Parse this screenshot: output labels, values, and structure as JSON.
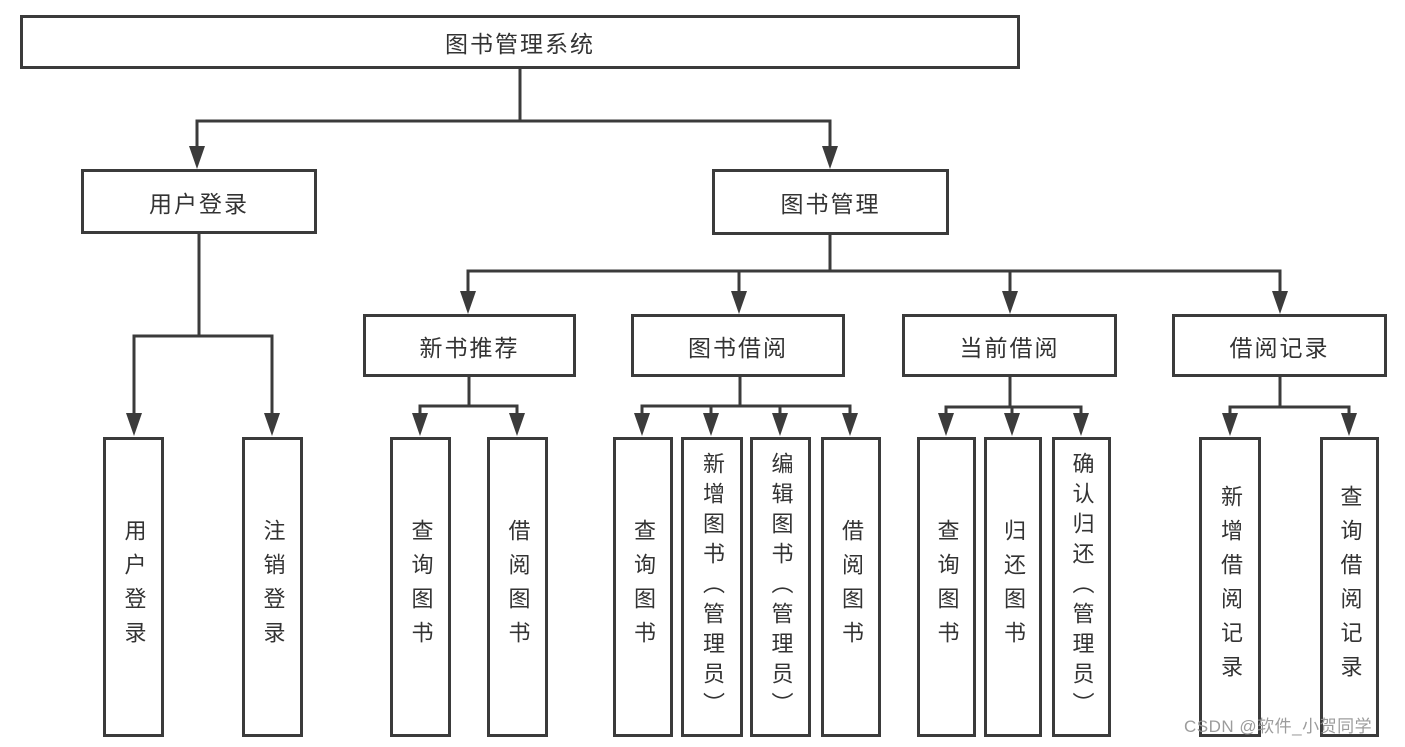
{
  "nodes": {
    "root": "图书管理系统",
    "user_login": "用户登录",
    "book_mgmt": "图书管理",
    "login_leaf": "用户登录",
    "logout_leaf": "注销登录",
    "new_books": "新书推荐",
    "book_borrow": "图书借阅",
    "current_borrow": "当前借阅",
    "borrow_records": "借阅记录",
    "nb_query_books": "查询图书",
    "nb_borrow_books": "借阅图书",
    "bb_query_books": "查询图书",
    "bb_add_books": "新增图书（管理员）",
    "bb_edit_books": "编辑图书（管理员）",
    "bb_borrow_books": "借阅图书",
    "cb_query_books": "查询图书",
    "cb_return_books": "归还图书",
    "cb_confirm_return": "确认归还（管理员）",
    "br_add_record": "新增借阅记录",
    "br_query_record": "查询借阅记录"
  },
  "watermark": "CSDN @软件_小贺同学",
  "colors": {
    "line": "#3b3b3b",
    "text": "#333333",
    "watermark": "#949494",
    "background": "#ffffff"
  }
}
